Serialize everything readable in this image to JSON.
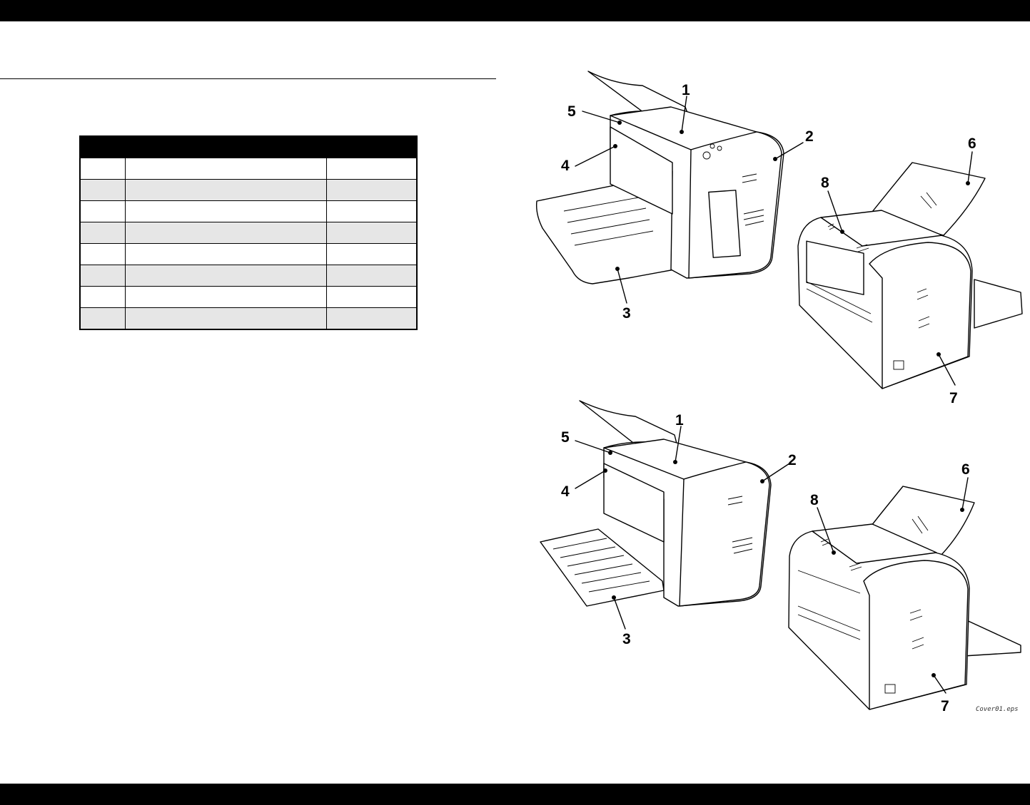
{
  "table": {
    "header": [
      "",
      "",
      ""
    ],
    "rows": [
      [
        "",
        "",
        ""
      ],
      [
        "",
        "",
        ""
      ],
      [
        "",
        "",
        ""
      ],
      [
        "",
        "",
        ""
      ],
      [
        "",
        "",
        ""
      ],
      [
        "",
        "",
        ""
      ],
      [
        "",
        "",
        ""
      ],
      [
        "",
        "",
        ""
      ]
    ]
  },
  "callouts": {
    "upper_front": [
      "1",
      "2",
      "3",
      "4",
      "5"
    ],
    "upper_rear": [
      "6",
      "7",
      "8"
    ],
    "lower_front": [
      "1",
      "2",
      "3",
      "4",
      "5"
    ],
    "lower_rear": [
      "6",
      "7",
      "8"
    ]
  },
  "figure_filename": "Cover01.eps",
  "colors": {
    "bars": "#000000",
    "table_header": "#000000",
    "table_shade": "#e6e6e6"
  }
}
